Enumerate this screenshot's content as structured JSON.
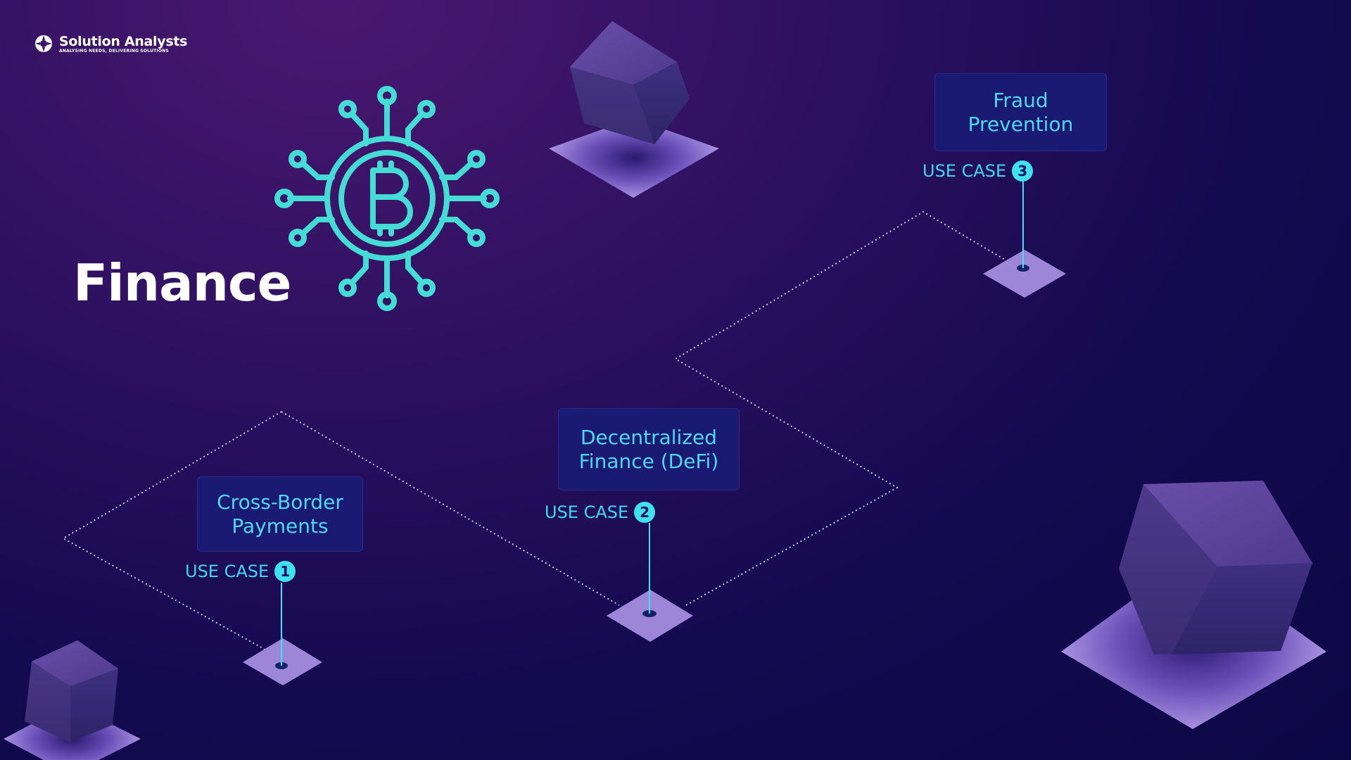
{
  "logo": {
    "brand": "Solution Analysts",
    "tagline": "ANALYSING NEEDS, DELIVERING SOLUTIONS",
    "icon": "star-burst-icon"
  },
  "title": "Finance",
  "central_icon": "bitcoin-network-icon",
  "colors": {
    "accent": "#3fe0f0",
    "box": "#1a1a72",
    "cube": "#4a3a8a",
    "platform": "#9a84d8"
  },
  "use_cases": [
    {
      "label": "USE CASE",
      "number": "1",
      "title": "Cross-Border Payments"
    },
    {
      "label": "USE CASE",
      "number": "2",
      "title": "Decentralized Finance (DeFi)"
    },
    {
      "label": "USE CASE",
      "number": "3",
      "title": "Fraud Prevention"
    }
  ]
}
